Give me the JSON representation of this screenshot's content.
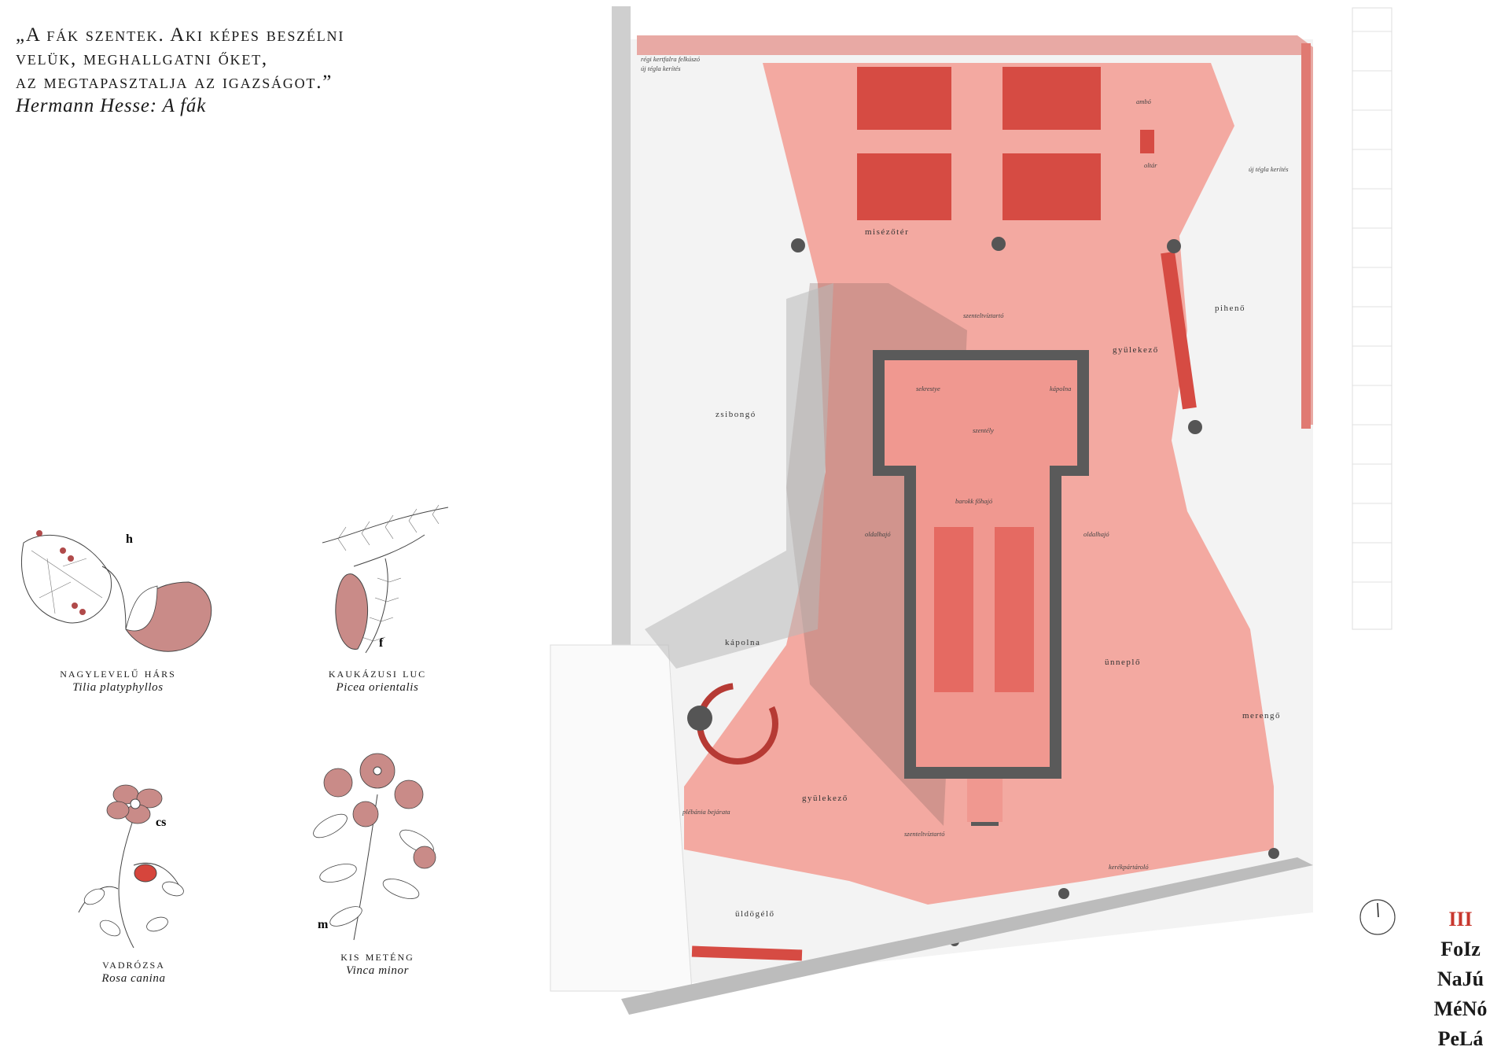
{
  "quote": {
    "lines": [
      "„A fák szentek. Aki képes beszélni",
      "velük, meghallgatni őket,",
      "az megtapasztalja az igazságot.”"
    ],
    "author": "Hermann Hesse: A fák"
  },
  "plants": [
    {
      "symbol": "h",
      "common": "nagylevelű hárs",
      "latin": "Tilia platyphyllos"
    },
    {
      "symbol": "f",
      "common": "kaukázusi luc",
      "latin": "Picea orientalis"
    },
    {
      "symbol": "cs",
      "common": "vadrózsa",
      "latin": "Rosa canina"
    },
    {
      "symbol": "m",
      "common": "kis meténg",
      "latin": "Vinca minor"
    }
  ],
  "plan": {
    "zones": [
      "misézőtér",
      "pihenő",
      "gyülekező",
      "zsibongó",
      "kápolna",
      "ünneplő",
      "merengő",
      "gyülekező",
      "üldögélő"
    ],
    "notes": [
      "régi kertfalra felkúszó",
      "új tégla kerítés",
      "ambó",
      "oltár",
      "új tégla kerítés",
      "szenteltvíztartó",
      "sekrestye",
      "kápolna",
      "szentély",
      "barokk főhajó",
      "oldalhajó",
      "oldalhajó",
      "plébánia bejárata",
      "szenteltvíztartó",
      "kerékpártároló"
    ],
    "colors": {
      "accent": "#c8372e",
      "pink_fill": "#f2a49c",
      "wall": "#555555",
      "ground": "#d7d7d7"
    }
  },
  "legend": {
    "number": "III",
    "rows": [
      [
        "Fo",
        "Iz"
      ],
      [
        "Na",
        "Jú"
      ],
      [
        "Mé",
        "Nó"
      ],
      [
        "Pe",
        "Lá"
      ]
    ]
  }
}
